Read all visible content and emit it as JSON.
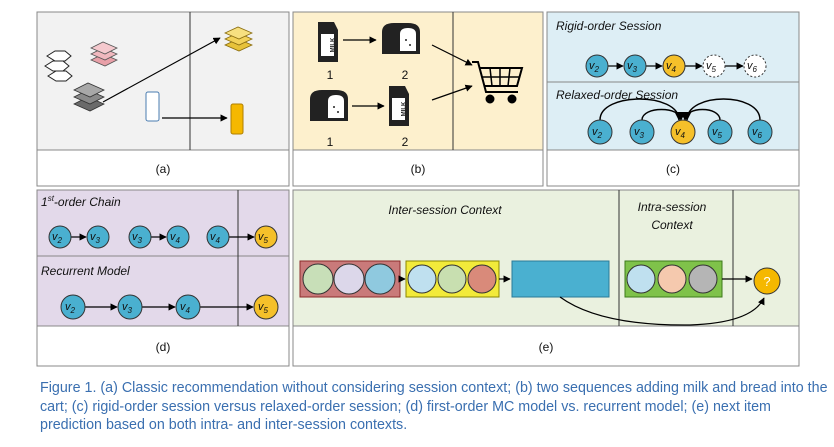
{
  "panels": {
    "a": {
      "label": "(a)"
    },
    "b": {
      "label": "(b)",
      "seq1": [
        "1",
        "2"
      ],
      "seq2": [
        "1",
        "2"
      ],
      "milk_text": "MILK"
    },
    "c": {
      "label": "(c)",
      "rigid_title": "Rigid-order Session",
      "relaxed_title": "Relaxed-order Session",
      "rigid_nodes": [
        "v2",
        "v3",
        "v4",
        "v5",
        "v6"
      ],
      "relaxed_nodes": [
        "v2",
        "v3",
        "v4",
        "v5",
        "v6"
      ]
    },
    "d": {
      "label": "(d)",
      "chain_title_prefix": "1",
      "chain_title_sup": "st",
      "chain_title_rest": "-order Chain",
      "chain_pairs": [
        [
          "v2",
          "v3"
        ],
        [
          "v3",
          "v4"
        ],
        [
          "v4",
          "v5"
        ]
      ],
      "recurrent_title": "Recurrent Model",
      "recurrent_nodes": [
        "v2",
        "v3",
        "v4",
        "v5"
      ]
    },
    "e": {
      "label": "(e)",
      "inter_title": "Inter-session Context",
      "intra_title_1": "Intra-session",
      "intra_title_2": "Context",
      "question_mark": "?"
    }
  },
  "caption": "Figure 1.  (a) Classic recommendation without considering session context; (b) two sequences adding milk and bread into the cart; (c) rigid-order session versus relaxed-order session; (d) first-order MC model vs. recurrent model; (e) next item prediction based on both intra- and inter-session contexts.",
  "colors": {
    "panel_a_bg": "#f2f2f2",
    "panel_b_bg": "#fdf0cd",
    "panel_c_bg": "#ddeef5",
    "panel_d_bg": "#e3d9ea",
    "panel_e_bg": "#eaf1df",
    "node_blue": "#4ab0d0",
    "node_yellow": "#f5c02a",
    "caption": "#3a6fb0"
  }
}
